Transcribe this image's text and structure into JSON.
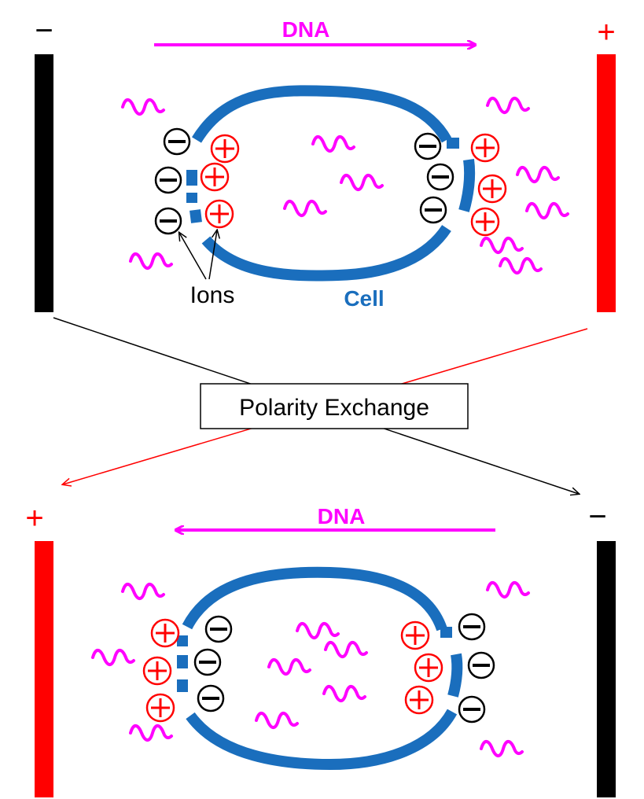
{
  "colors": {
    "negative": "#000000",
    "positive": "#ff0000",
    "dna": "#ff00ff",
    "cell": "#1a6ebd",
    "label_cell": "#1a6ebd"
  },
  "top": {
    "left_sign": "−",
    "right_sign": "+",
    "dna_label": "DNA",
    "dna_direction": "right",
    "ions_label": "Ions",
    "cell_label": "Cell",
    "ion_minus": "⊖",
    "ion_plus": "⊕"
  },
  "center": {
    "box_label": "Polarity Exchange"
  },
  "bottom": {
    "left_sign": "+",
    "right_sign": "−",
    "dna_label": "DNA",
    "dna_direction": "left",
    "ion_minus": "⊖",
    "ion_plus": "⊕"
  }
}
